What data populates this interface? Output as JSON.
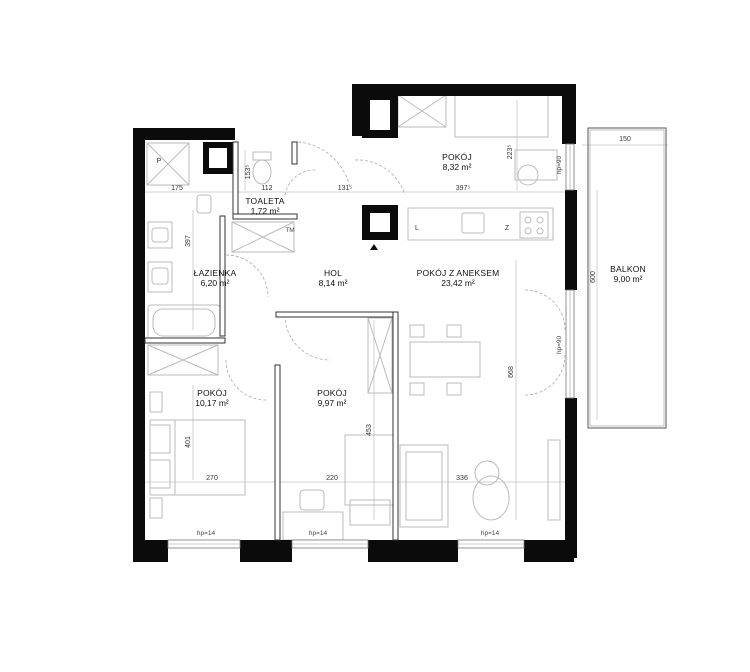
{
  "rooms": {
    "pokoj_top": {
      "name": "POKÓJ",
      "area": "8,32 m²"
    },
    "toaleta": {
      "name": "TOALETA",
      "area": "1,72 m²"
    },
    "lazienka": {
      "name": "ŁAZIENKA",
      "area": "6,20 m²"
    },
    "hol": {
      "name": "HOL",
      "area": "8,14 m²"
    },
    "pokoj_aneks": {
      "name": "POKÓJ Z ANEKSEM",
      "area": "23,42 m²"
    },
    "balkon": {
      "name": "BALKON",
      "area": "9,00 m²"
    },
    "pokoj_left": {
      "name": "POKÓJ",
      "area": "10,17 m²"
    },
    "pokoj_mid": {
      "name": "POKÓJ",
      "area": "9,97 m²"
    }
  },
  "dimensions": {
    "d175": "175",
    "d112": "112",
    "d131": "131⁵",
    "d397h": "397⁵",
    "d153": "153⁵",
    "d223": "223⁵",
    "d150": "150",
    "d397v": "397",
    "d600": "600",
    "d668": "668",
    "d401": "401",
    "d453": "453",
    "d270": "270",
    "d220": "220",
    "d336": "336"
  },
  "labels": {
    "hp90_top": "hp=90",
    "hp90_mid": "hp=90",
    "hp14_left": "hp=14",
    "hp14_mid": "hp=14",
    "hp14_right": "hp=14",
    "shower_p": "P",
    "kitchen_l": "L",
    "kitchen_z": "Z",
    "tm": "TM"
  }
}
